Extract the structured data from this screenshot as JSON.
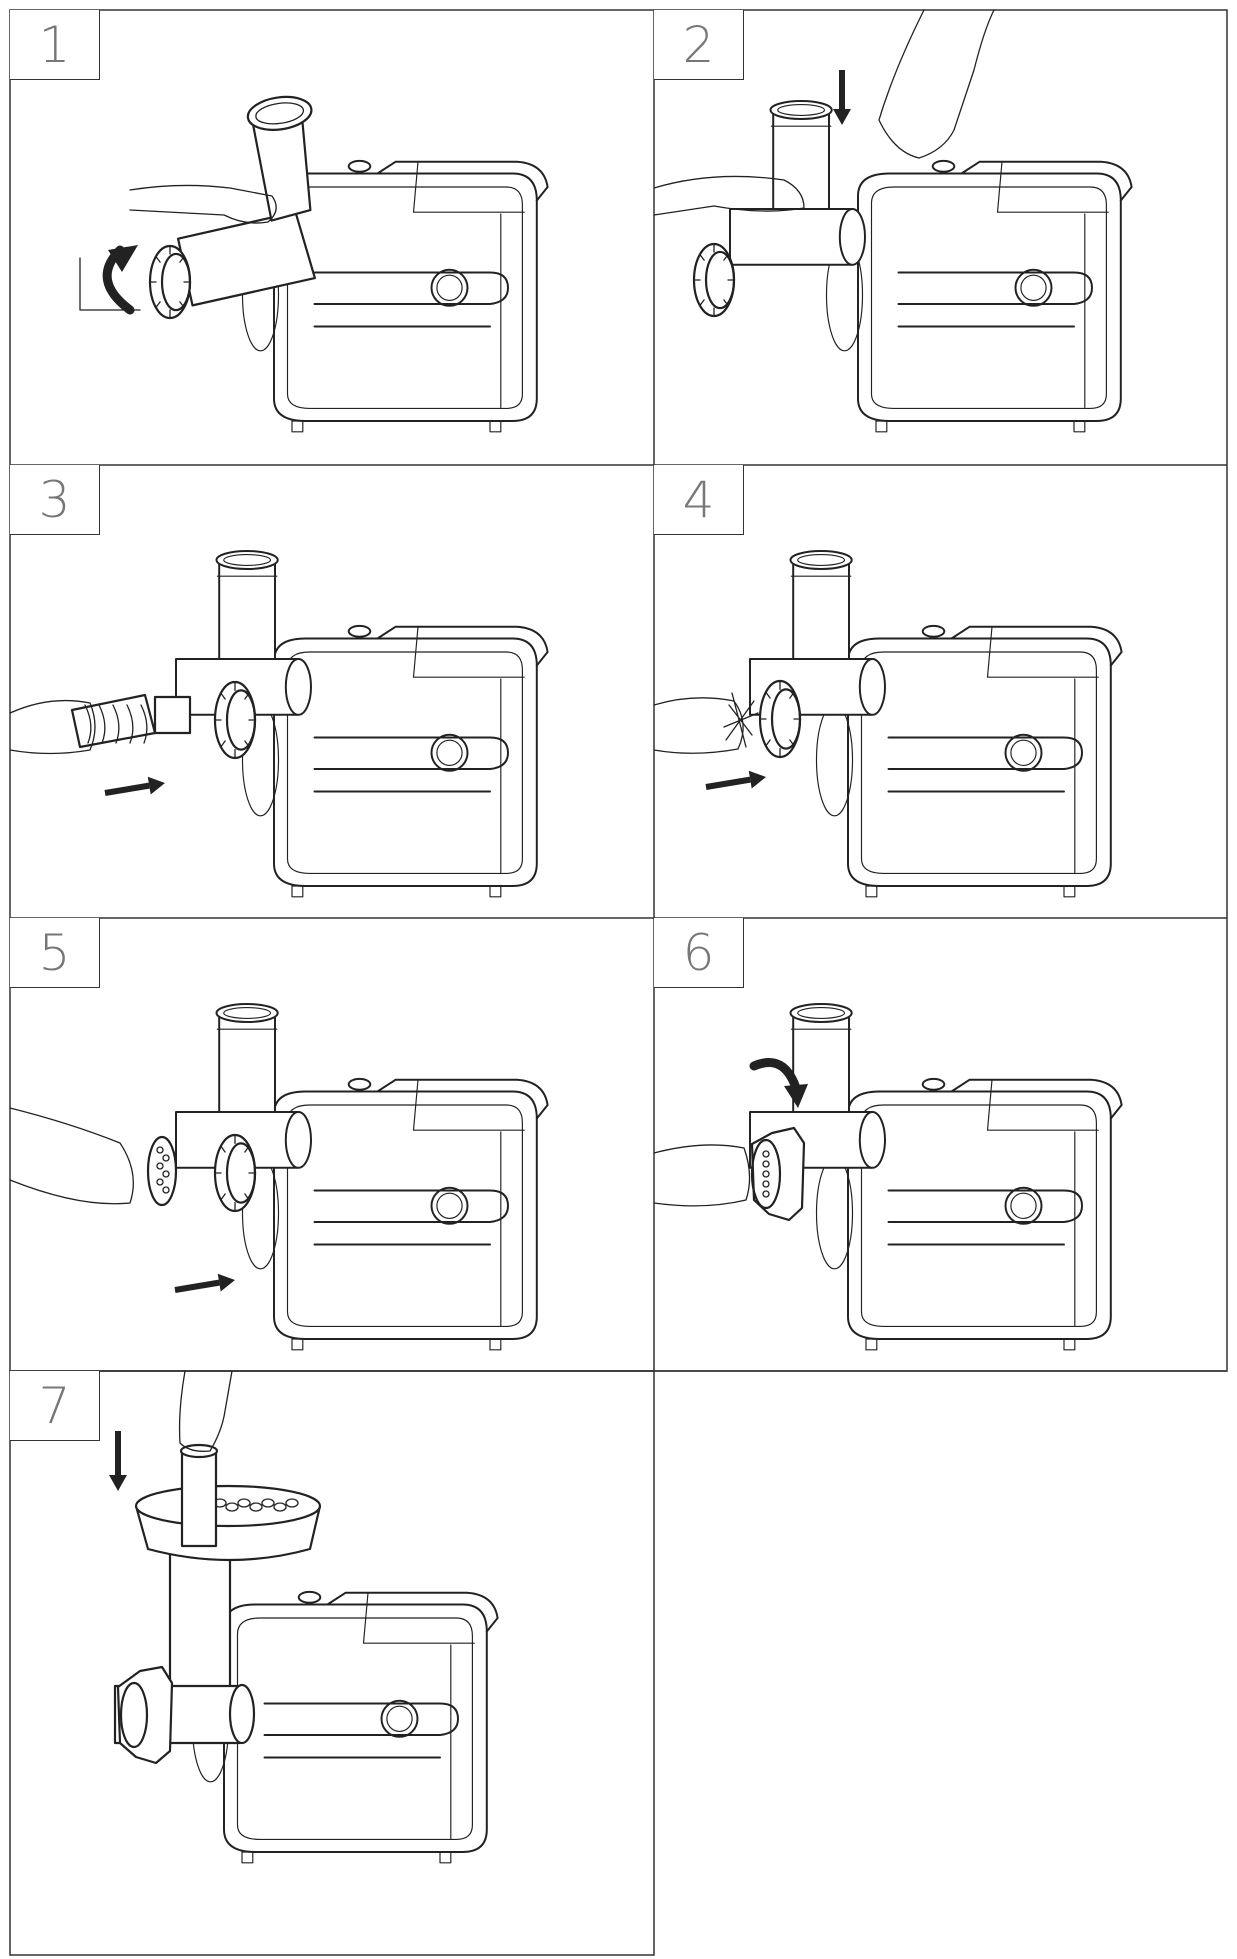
{
  "steps": [
    {
      "number": "1",
      "icon": "remove-cap-icon"
    },
    {
      "number": "2",
      "icon": "press-release-button-icon"
    },
    {
      "number": "3",
      "icon": "insert-auger-icon"
    },
    {
      "number": "4",
      "icon": "insert-blade-icon"
    },
    {
      "number": "5",
      "icon": "insert-plate-icon"
    },
    {
      "number": "6",
      "icon": "tighten-ring-icon"
    },
    {
      "number": "7",
      "icon": "attach-tray-pusher-icon"
    }
  ],
  "colors": {
    "line": "#222222",
    "border": "#333333",
    "number": "#777777",
    "background": "#ffffff"
  }
}
